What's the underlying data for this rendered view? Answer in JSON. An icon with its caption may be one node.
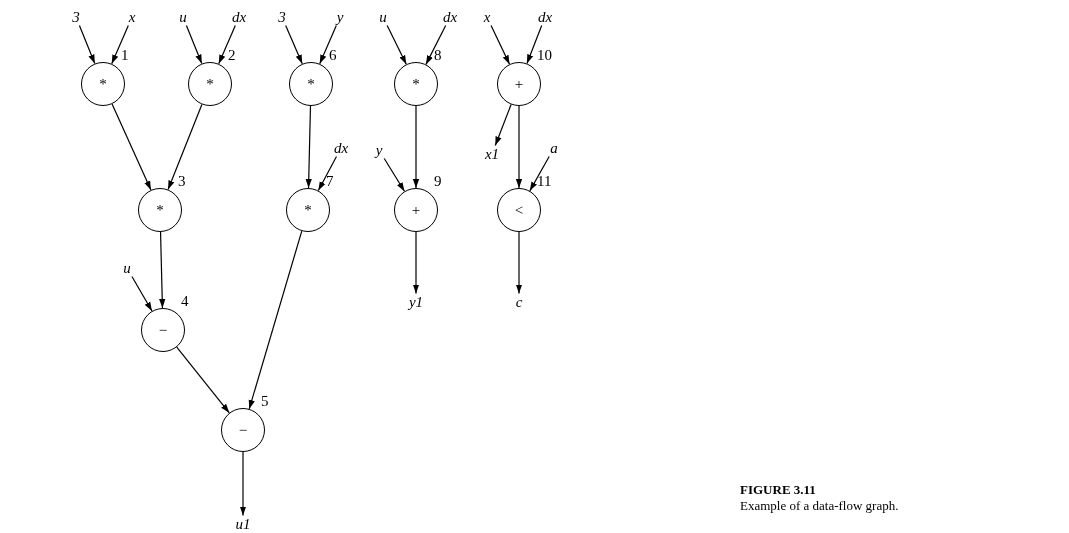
{
  "diagram": {
    "title": "FIGURE 3.11",
    "caption": "Example of a data-flow graph.",
    "nodes": [
      {
        "text": [
          "*"
        ],
        "beside": [
          "1"
        ]
      },
      {
        "text": [
          "*"
        ],
        "beside": [
          "2"
        ]
      },
      {
        "text": [
          "*"
        ],
        "beside": [
          "6"
        ]
      },
      {
        "text": [
          "*"
        ],
        "beside": [
          "8"
        ]
      },
      {
        "text": [
          "+"
        ],
        "beside": [
          "10"
        ]
      },
      {
        "text": [
          "*"
        ],
        "beside": [
          "3"
        ]
      },
      {
        "text": [
          "*"
        ],
        "beside": [
          "7"
        ]
      },
      {
        "text": [
          "+"
        ],
        "beside": [
          "9"
        ]
      },
      {
        "text": [
          "<"
        ],
        "beside": [
          "11"
        ]
      },
      {
        "text": [
          "−"
        ],
        "beside": [
          "4"
        ]
      },
      {
        "text": [
          "−"
        ],
        "beside": [
          "5"
        ]
      },
      {
        "text": [
          "3"
        ]
      },
      {
        "text": [
          "x"
        ]
      },
      {
        "text": [
          "u"
        ]
      },
      {
        "text": [
          "dx"
        ]
      },
      {
        "text": [
          "3"
        ]
      },
      {
        "text": [
          "y"
        ]
      },
      {
        "text": [
          "u"
        ]
      },
      {
        "text": [
          "dx"
        ]
      },
      {
        "text": [
          "x"
        ]
      },
      {
        "text": [
          "dx"
        ]
      },
      {
        "text": [
          "dx"
        ]
      },
      {
        "text": [
          "y"
        ]
      },
      {
        "text": [
          "x1"
        ]
      },
      {
        "text": [
          "a"
        ]
      },
      {
        "text": [
          "u"
        ]
      },
      {
        "text": [
          "y1"
        ]
      },
      {
        "text": [
          "c"
        ]
      },
      {
        "text": [
          "u1"
        ]
      }
    ],
    "edges": [
      {
        "from": 11,
        "to": 0,
        "arrow": "to"
      },
      {
        "from": 12,
        "to": 0,
        "arrow": "to"
      },
      {
        "from": 13,
        "to": 1,
        "arrow": "to"
      },
      {
        "from": 14,
        "to": 1,
        "arrow": "to"
      },
      {
        "from": 15,
        "to": 2,
        "arrow": "to"
      },
      {
        "from": 16,
        "to": 2,
        "arrow": "to"
      },
      {
        "from": 17,
        "to": 3,
        "arrow": "to"
      },
      {
        "from": 18,
        "to": 3,
        "arrow": "to"
      },
      {
        "from": 19,
        "to": 4,
        "arrow": "to"
      },
      {
        "from": 20,
        "to": 4,
        "arrow": "to"
      },
      {
        "from": 0,
        "to": 5,
        "arrow": "to"
      },
      {
        "from": 1,
        "to": 5,
        "arrow": "to"
      },
      {
        "from": 2,
        "to": 6,
        "arrow": "to"
      },
      {
        "from": 21,
        "to": 6,
        "arrow": "to"
      },
      {
        "from": 3,
        "to": 7,
        "arrow": "to"
      },
      {
        "from": 22,
        "to": 7,
        "arrow": "to"
      },
      {
        "from": 4,
        "to": 23,
        "arrow": "to"
      },
      {
        "from": 4,
        "to": 8,
        "arrow": "to"
      },
      {
        "from": 24,
        "to": 8,
        "arrow": "to"
      },
      {
        "from": 5,
        "to": 9,
        "arrow": "to"
      },
      {
        "from": 25,
        "to": 9,
        "arrow": "to"
      },
      {
        "from": 9,
        "to": 10,
        "arrow": "to"
      },
      {
        "from": 6,
        "to": 10,
        "arrow": "to"
      },
      {
        "from": 7,
        "to": 26,
        "arrow": "to"
      },
      {
        "from": 8,
        "to": 27,
        "arrow": "to"
      },
      {
        "from": 10,
        "to": 28,
        "arrow": "to"
      }
    ]
  }
}
